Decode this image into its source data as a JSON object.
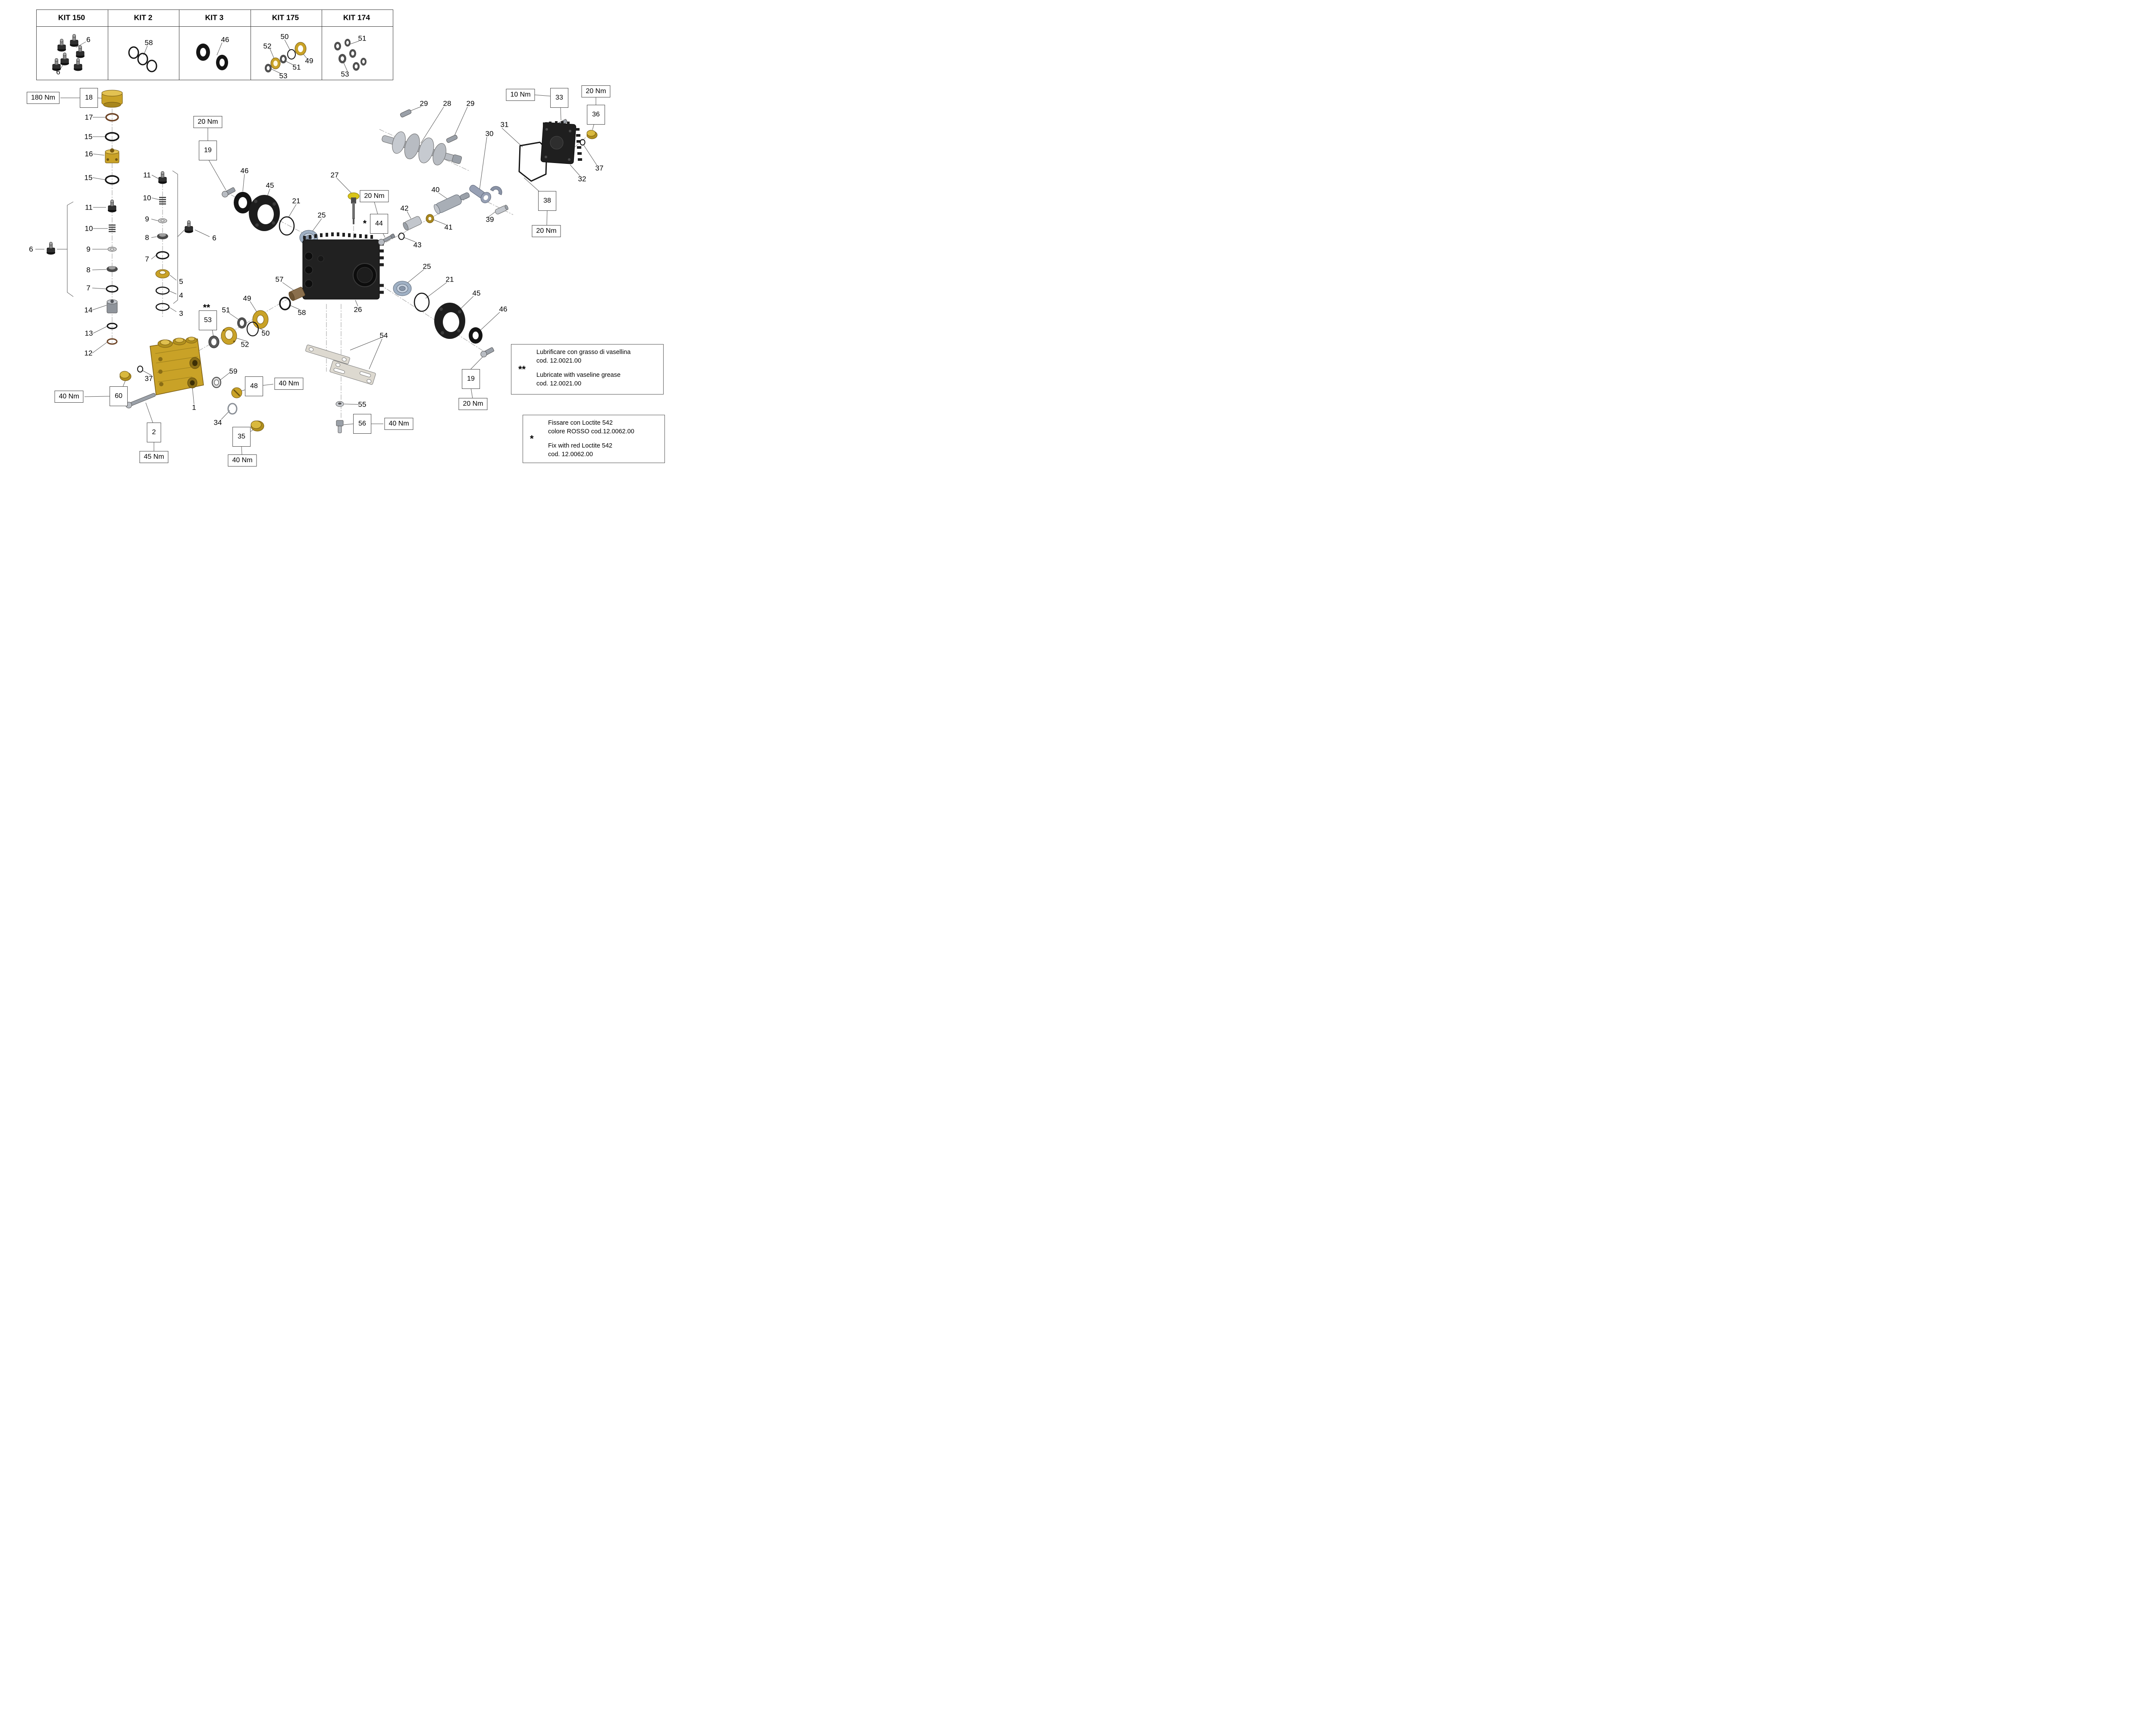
{
  "kit_table": {
    "columns": [
      "KIT 150",
      "KIT 2",
      "KIT 3",
      "KIT 175",
      "KIT 174"
    ]
  },
  "torques": {
    "nm180": "180 Nm",
    "nm45": "45 Nm",
    "nm40": "40 Nm",
    "nm20": "20 Nm",
    "nm10": "10 Nm"
  },
  "nums": {
    "n1": "1",
    "n2": "2",
    "n3": "3",
    "n4": "4",
    "n5": "5",
    "n6": "6",
    "n7": "7",
    "n8": "8",
    "n9": "9",
    "n10": "10",
    "n11": "11",
    "n12": "12",
    "n13": "13",
    "n14": "14",
    "n15": "15",
    "n16": "16",
    "n17": "17",
    "n18": "18",
    "n19": "19",
    "n21": "21",
    "n25": "25",
    "n26": "26",
    "n27": "27",
    "n28": "28",
    "n29": "29",
    "n30": "30",
    "n31": "31",
    "n32": "32",
    "n33": "33",
    "n34": "34",
    "n35": "35",
    "n36": "36",
    "n37": "37",
    "n38": "38",
    "n39": "39",
    "n40": "40",
    "n41": "41",
    "n42": "42",
    "n43": "43",
    "n44": "44",
    "n45": "45",
    "n46": "46",
    "n48": "48",
    "n49": "49",
    "n50": "50",
    "n51": "51",
    "n52": "52",
    "n53": "53",
    "n54": "54",
    "n55": "55",
    "n56": "56",
    "n57": "57",
    "n58": "58",
    "n59": "59",
    "n60": "60"
  },
  "symbols": {
    "single_star": "*",
    "double_star": "**"
  },
  "notes": {
    "grease": {
      "marker": "**",
      "line1_it": "Lubrificare con grasso di vasellina",
      "line2_it": "cod. 12.0021.00",
      "line1_en": "Lubricate with vaseline grease",
      "line2_en": "cod. 12.0021.00"
    },
    "loctite": {
      "marker": "*",
      "line1_it": "Fissare con Loctite 542",
      "line2_it": "colore ROSSO cod.12.0062.00",
      "line1_en": "Fix with red Loctite 542",
      "line2_en": "cod. 12.0062.00"
    }
  }
}
